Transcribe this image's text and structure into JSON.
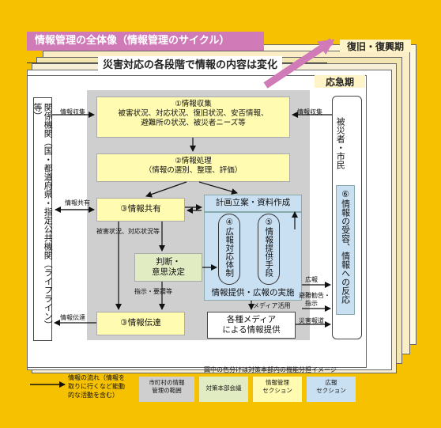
{
  "title": "情報管理の全体像（情報管理のサイクル）",
  "phases": {
    "recovery": "復旧・復興期",
    "emergency": "応急期"
  },
  "subtitle": "災害対応の各段階で情報の内容は変化",
  "left_entity": "関係機関（国・都道府県・指定公共機関（ライフライン）等）",
  "right_entity": "被災者・市民",
  "right_process": "⑥情報の受容、情報への反応",
  "boxes": {
    "collect_title": "①情報収集",
    "collect_detail_1": "被害状況、対応状況、復旧状況、安否情報、",
    "collect_detail_2": "避難所の状況、被災者ニーズ等",
    "process_title": "②情報処理",
    "process_detail": "（情報の選別、整理、評価）",
    "share": "③情報共有",
    "plan": "計画立案・資料作成",
    "decision_1": "判断・",
    "decision_2": "意思決定",
    "relay": "③情報伝達",
    "pr_system": "④広報対応体制",
    "pr_means": "⑤情報提供手段",
    "provision": "情報提供・広報の実施",
    "media_1": "各種メディア",
    "media_2": "による情報提供"
  },
  "labels": {
    "collect_left": "情報収集",
    "collect_right": "情報収集",
    "share_left": "情報共有",
    "relay_left": "情報伝達",
    "damage_status": "被害状況、対応状況等",
    "instructions": "指示・要請等",
    "media_use": "メディア活用",
    "koho": "広報",
    "evac_1": "避難勧告・",
    "evac_2": "指示",
    "disaster_report": "災害報道"
  },
  "legend": {
    "flow_1": "情報の流れ（情報を",
    "flow_2": "取りに行くなど能動",
    "flow_3": "的な活動を含む）",
    "caption": "図中の色分けは対策本部内の機能分担イメージ",
    "gray_1": "市町村の情報",
    "gray_2": "管理の範囲",
    "green": "対策本部会議",
    "yellow_1": "情報管理",
    "yellow_2": "セクション",
    "blue_1": "広報",
    "blue_2": "セクション"
  },
  "colors": {
    "background": "#f5c100",
    "banner": "#d07ab8",
    "arrow": "#d07ab8",
    "gray_range": "#cfcfcf",
    "info_section": "#fffbb0",
    "hq_meeting": "#e2ecc3",
    "pr_section": "#c9dff2"
  }
}
